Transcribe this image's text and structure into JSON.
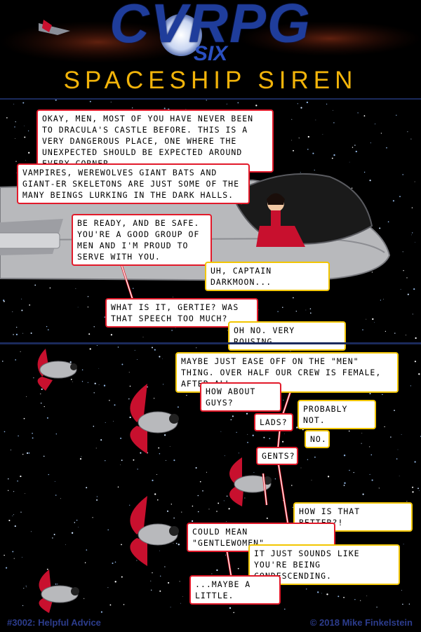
{
  "header": {
    "logo_text": "CVRPG",
    "logo_sub": "SIX",
    "title": "SPACESHIP SIREN"
  },
  "panel1": {
    "bubbles": [
      {
        "id": "b1",
        "text": "Okay, men, most of you have never been to Dracula's castle before. This is a very dangerous place, one where the unexpected should be expected around every corner.",
        "color": "red"
      },
      {
        "id": "b2",
        "text": "Vampires, werewolves giant bats and giant-er skeletons are just some of the many beings lurking in the dark halls.",
        "color": "red"
      },
      {
        "id": "b3",
        "text": "Be ready, and be safe. You're a good group of men and I'm proud to serve with you.",
        "color": "red"
      },
      {
        "id": "b4",
        "text": "Uh, Captain Darkmoon...",
        "color": "yellow"
      },
      {
        "id": "b5",
        "text": "What is it, Gertie? Was that speech too much?",
        "color": "red"
      },
      {
        "id": "b6",
        "text": "Oh no. Very rousing.",
        "color": "yellow"
      }
    ]
  },
  "panel2": {
    "bubbles": [
      {
        "id": "c1",
        "text": "Maybe just ease off on the \"men\" thing. Over half our crew is female, after all.",
        "color": "yellow"
      },
      {
        "id": "c2",
        "text": "How about guys?",
        "color": "red"
      },
      {
        "id": "c3",
        "text": "Probably not.",
        "color": "yellow"
      },
      {
        "id": "c4",
        "text": "Lads?",
        "color": "red"
      },
      {
        "id": "c5",
        "text": "No.",
        "color": "yellow"
      },
      {
        "id": "c6",
        "text": "Gents?",
        "color": "red"
      },
      {
        "id": "c7",
        "text": "How is that better?!",
        "color": "yellow"
      },
      {
        "id": "c8",
        "text": "Could mean \"gentlewomen\".",
        "color": "red"
      },
      {
        "id": "c9",
        "text": "It just sounds like you're being condescending.",
        "color": "yellow"
      },
      {
        "id": "c10",
        "text": "...maybe a little.",
        "color": "red"
      }
    ]
  },
  "footer": {
    "episode": "#3002: Helpful Advice",
    "copyright": "© 2018 Mike Finkelstein"
  },
  "colors": {
    "speech_red": "#e21a2a",
    "speech_yellow": "#f2c600",
    "logo_blue": "#1f3d9b",
    "title_gold": "#f2b40a",
    "footer_blue": "#2c3c8c"
  }
}
